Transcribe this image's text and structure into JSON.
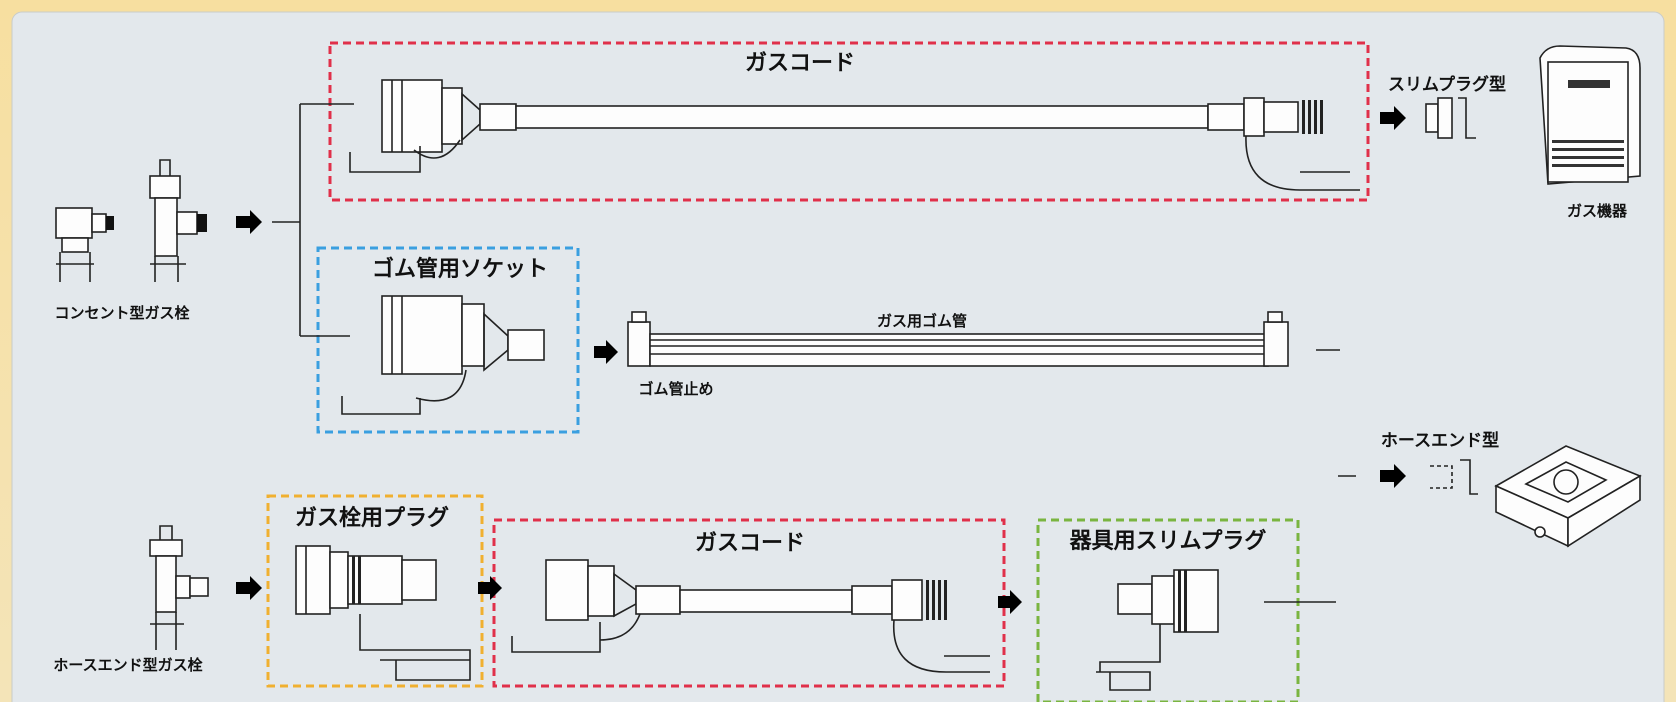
{
  "colors": {
    "panel_bg": "#e3e8ec",
    "frame_red": "#e0304a",
    "frame_blue": "#3a9fe0",
    "frame_orange": "#f0b030",
    "frame_green": "#7ab540"
  },
  "labels": {
    "gas_cord_top": "ガスコード",
    "slim_plug_type": "スリムプラグ型",
    "gas_appliance": "ガス機器",
    "outlet_cock": "コンセント型ガス栓",
    "rubber_socket": "ゴム管用ソケット",
    "rubber_hose": "ガス用ゴム管",
    "hose_clamp": "ゴム管止め",
    "hose_end_type": "ホースエンド型",
    "cock_plug": "ガス栓用プラグ",
    "gas_cord_bottom": "ガスコード",
    "appliance_slim_plug": "器具用スリムプラグ",
    "hose_end_cock": "ホースエンド型ガス栓"
  }
}
